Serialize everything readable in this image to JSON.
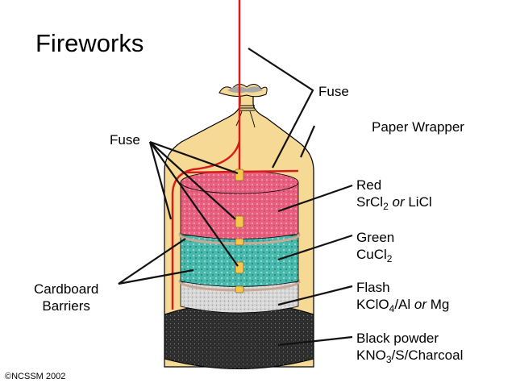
{
  "title": "Fireworks",
  "copyright": "©NCSSM 2002",
  "labels": {
    "fuse_top": "Fuse",
    "fuse_left": "Fuse",
    "paper_wrapper": "Paper Wrapper",
    "cardboard_line1": "Cardboard",
    "cardboard_line2": "Barriers",
    "red": {
      "name": "Red",
      "f1": "SrCl",
      "f1_sub": "2",
      "or": "or",
      "f2": "LiCl"
    },
    "green": {
      "name": "Green",
      "f1": "CuCl",
      "f1_sub": "2"
    },
    "flash": {
      "name": "Flash",
      "f1": "KClO",
      "f1_sub": "4",
      "f1_rest": "/Al",
      "or": "or",
      "f2": "Mg"
    },
    "black": {
      "name": "Black powder",
      "f1": "KNO",
      "f1_sub": "3",
      "f1_rest": "/S/Charcoal"
    }
  },
  "colors": {
    "wrapper": "#f6d995",
    "fuse": "#d81c1c",
    "red_layer": "#e8607f",
    "green_layer": "#3fb5a8",
    "flash_layer": "#d8d8d8",
    "black_layer": "#2a2a2a",
    "barrier": "#d8b8a0"
  }
}
